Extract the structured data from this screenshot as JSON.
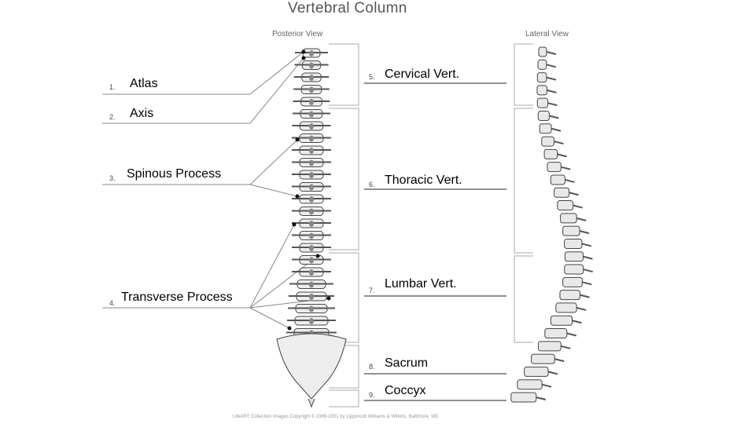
{
  "title": "Vertebral Column",
  "views": {
    "posterior": "Posterior View",
    "lateral": "Lateral View"
  },
  "left_labels": [
    {
      "num": "1.",
      "text": "Atlas"
    },
    {
      "num": "2.",
      "text": "Axis"
    },
    {
      "num": "3.",
      "text": "Spinous Process"
    },
    {
      "num": "4.",
      "text": "Transverse Process"
    }
  ],
  "right_labels": [
    {
      "num": "5.",
      "text": "Cervical Vert."
    },
    {
      "num": "6.",
      "text": "Thoracic Vert."
    },
    {
      "num": "7.",
      "text": "Lumbar Vert."
    },
    {
      "num": "8.",
      "text": "Sacrum"
    },
    {
      "num": "9.",
      "text": "Coccyx"
    }
  ],
  "copyright": "LifeART Collection Images Copyright © 1989-2001 by Lippincott Williams & Wilkins, Baltimore, MD"
}
